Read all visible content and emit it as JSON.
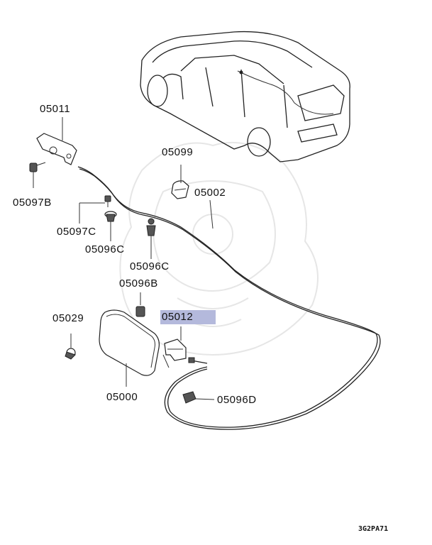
{
  "diagram": {
    "labels": {
      "p05011": "05011",
      "p05099": "05099",
      "p05002": "05002",
      "p05097b": "05097B",
      "p05097c": "05097C",
      "p05096c_left": "05096C",
      "p05096c_mid": "05096C",
      "p05096b": "05096B",
      "p05029": "05029",
      "p05012": "05012",
      "p05000": "05000",
      "p05096d": "05096D"
    },
    "figure_code": "3G2PA71",
    "highlight_color": "#b4b9dc"
  }
}
